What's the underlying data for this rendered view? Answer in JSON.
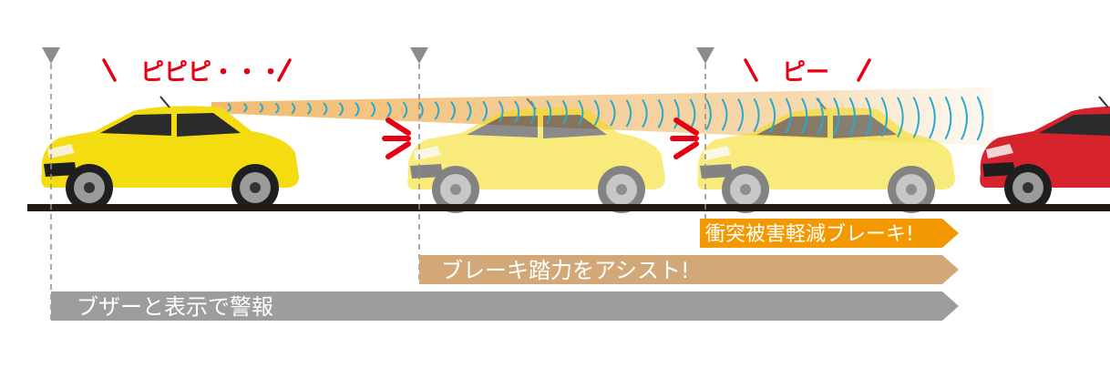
{
  "sounds": {
    "first": "ピピピ・・・",
    "second": "ピー"
  },
  "stages": [
    {
      "text": "衝突被害軽減ブレーキ!",
      "color": "#f39800",
      "text_color": "#ffffff"
    },
    {
      "text": "ブレーキ踏力をアシスト!",
      "color": "#d2a878",
      "text_color": "#ffffff"
    },
    {
      "text": "ブザーと表示で警報",
      "color": "#9d9d9d",
      "text_color": "#ffffff"
    }
  ],
  "colors": {
    "sound_red": "#e60012",
    "marker_gray": "#8c8c8c",
    "road": "#231815",
    "beam": "#f2b766",
    "waves": "#29a9cf",
    "car_yellow": "#f3dc10",
    "car_yellow_faded": "#f6ec8a",
    "car_red": "#d7232e"
  },
  "icons": [
    "timing-marker-icon",
    "alert-burst-icon",
    "sound-wave-icon"
  ]
}
